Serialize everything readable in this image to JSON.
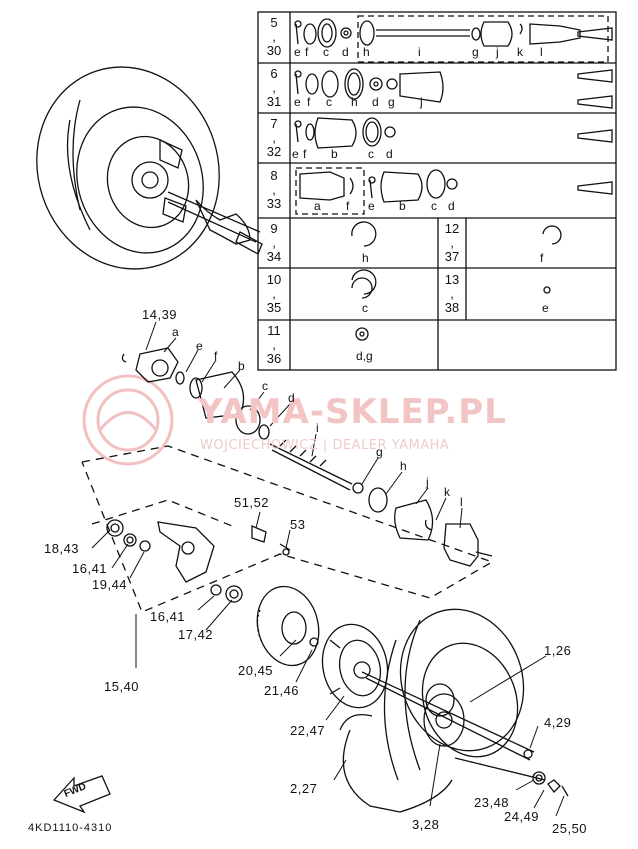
{
  "diagram": {
    "drawing_code": "4KD1110-4310",
    "fwd_label": "FWD",
    "watermark": {
      "main": "YAMA-SKLEP.PL",
      "sub": "WOJCIECHOWICZ | DEALER YAMAHA"
    },
    "table": {
      "rows": [
        {
          "top": "5",
          "bottom": "30",
          "letters": [
            "e",
            "f",
            "c",
            "d",
            "h",
            "i",
            "g",
            "j",
            "k",
            "l"
          ]
        },
        {
          "top": "6",
          "bottom": "31",
          "letters": [
            "e",
            "f",
            "c",
            "h",
            "d",
            "g",
            "j"
          ]
        },
        {
          "top": "7",
          "bottom": "32",
          "letters": [
            "e",
            "f",
            "b",
            "c",
            "d"
          ]
        },
        {
          "top": "8",
          "bottom": "33",
          "letters": [
            "a",
            "f",
            "e",
            "b",
            "c",
            "d"
          ]
        }
      ],
      "cells": [
        {
          "top": "9",
          "bottom": "34",
          "letter": "h"
        },
        {
          "top": "12",
          "bottom": "37",
          "letter": "f"
        },
        {
          "top": "10",
          "bottom": "35",
          "letter": "c"
        },
        {
          "top": "13",
          "bottom": "38",
          "letter": "e"
        },
        {
          "top": "11",
          "bottom": "36",
          "letter": "d,g"
        }
      ]
    },
    "callouts": [
      "14,39",
      "a",
      "e",
      "f",
      "b",
      "c",
      "d",
      "i",
      "g",
      "h",
      "j",
      "k",
      "l",
      "51,52",
      "53",
      "18,43",
      "16,41",
      "19,44",
      "16,41",
      "17,42",
      "15,40",
      "20,45",
      "21,46",
      "22,47",
      "2,27",
      "1,26",
      "4,29",
      "23,48",
      "24,49",
      "25,50",
      "3,28"
    ]
  }
}
